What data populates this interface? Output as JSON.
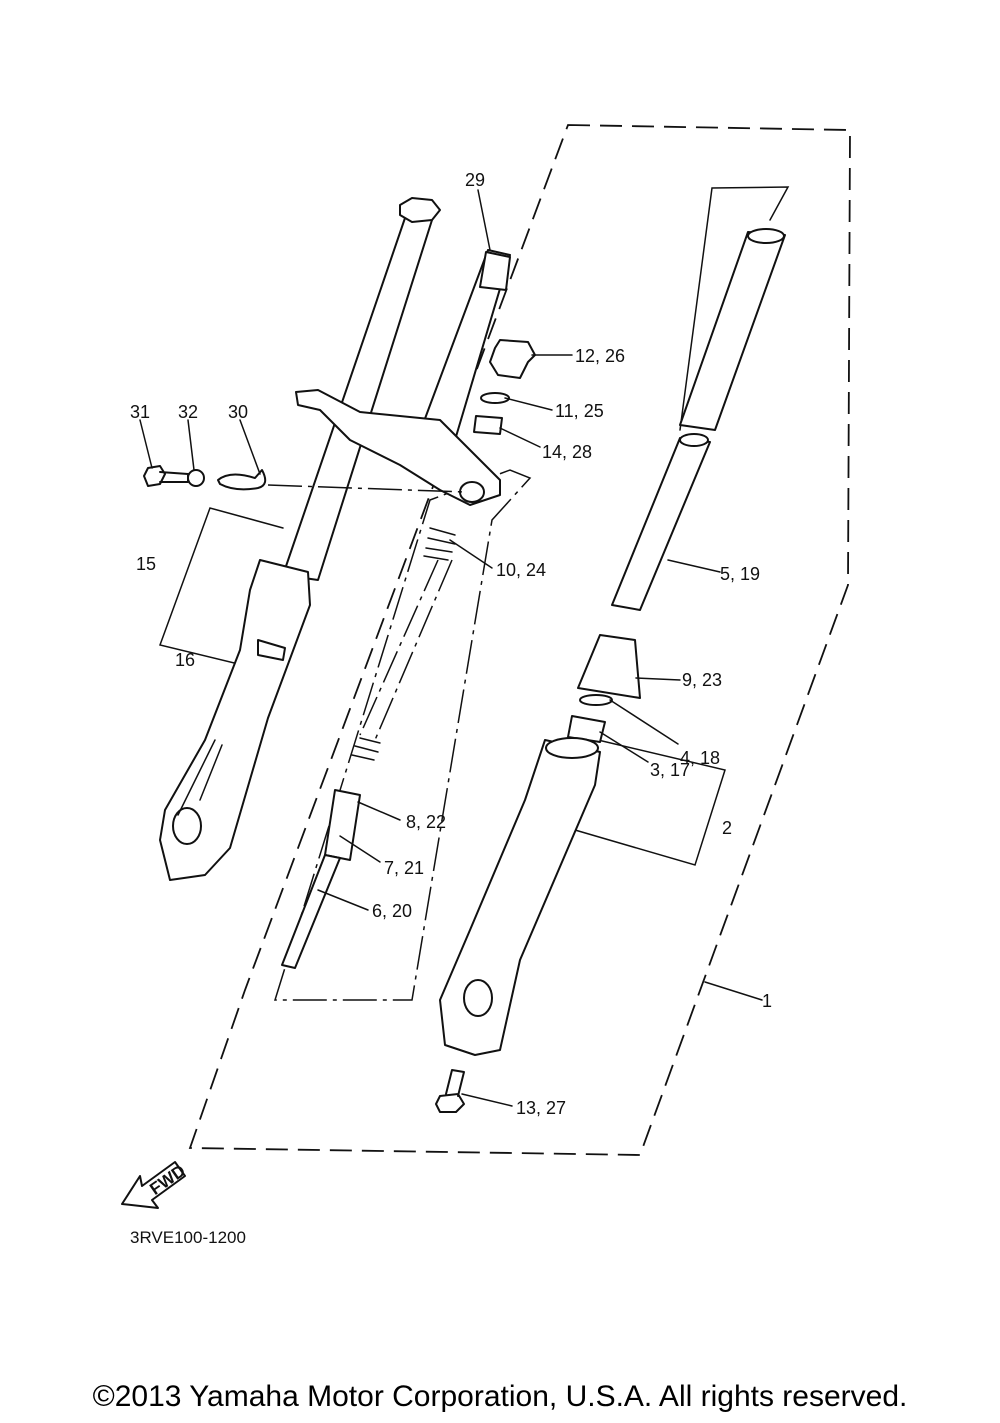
{
  "diagram": {
    "code": "3RVE100-1200",
    "fwd_badge": "FWD",
    "callouts": [
      {
        "id": "c29",
        "text": "29"
      },
      {
        "id": "c12",
        "text": "12, 26"
      },
      {
        "id": "c11",
        "text": "11, 25"
      },
      {
        "id": "c14",
        "text": "14, 28"
      },
      {
        "id": "c31",
        "text": "31"
      },
      {
        "id": "c32",
        "text": "32"
      },
      {
        "id": "c30",
        "text": "30"
      },
      {
        "id": "c10",
        "text": "10, 24"
      },
      {
        "id": "c15",
        "text": "15"
      },
      {
        "id": "c16",
        "text": "16"
      },
      {
        "id": "c5",
        "text": "5, 19"
      },
      {
        "id": "c9",
        "text": "9, 23"
      },
      {
        "id": "c4",
        "text": "4, 18"
      },
      {
        "id": "c3",
        "text": "3, 17"
      },
      {
        "id": "c2",
        "text": "2"
      },
      {
        "id": "c8",
        "text": "8, 22"
      },
      {
        "id": "c7",
        "text": "7, 21"
      },
      {
        "id": "c6",
        "text": "6, 20"
      },
      {
        "id": "c1",
        "text": "1"
      },
      {
        "id": "c13",
        "text": "13, 27"
      }
    ]
  },
  "footer": {
    "copyright": "©2013 Yamaha Motor Corporation, U.S.A. All rights reserved."
  }
}
